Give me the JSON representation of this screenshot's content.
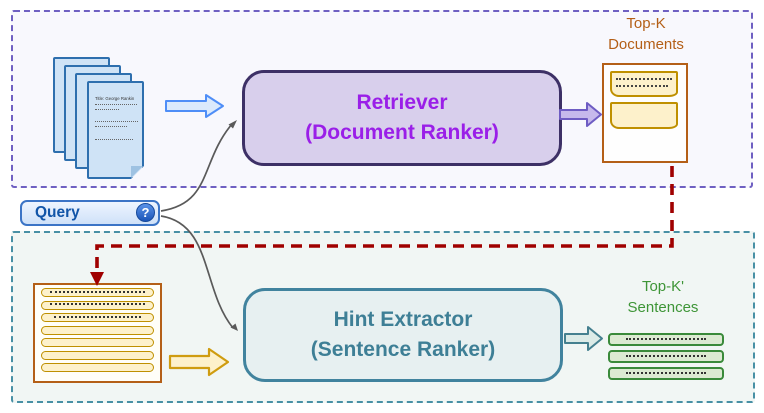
{
  "top_section": {
    "corpus": {
      "front_doc_title": "Title: George Rankin"
    },
    "retriever_box": {
      "line1": "Retriever",
      "line2": "(Document Ranker)"
    },
    "topk_documents_label": {
      "line1": "Top-K",
      "line2": "Documents"
    }
  },
  "query_chip": {
    "label": "Query",
    "help_icon": "?"
  },
  "bottom_section": {
    "hint_extractor_box": {
      "line1": "Hint Extractor",
      "line2": "(Sentence Ranker)"
    },
    "topk_sentences_label": {
      "line1": "Top-K'",
      "line2": "Sentences"
    }
  },
  "colors": {
    "top_container_border": "#6f60c2",
    "bottom_container_border": "#4890a5",
    "retriever_fill": "#d8cfec",
    "retriever_border": "#3d3066",
    "retriever_text": "#9a1fe8",
    "hint_extractor_fill": "#e7f0f1",
    "hint_extractor_border": "#41839e",
    "hint_extractor_text": "#3e7f96",
    "orange_accent": "#b45f17",
    "yellow_doc_fill": "#fdf1cb",
    "yellow_doc_border": "#bf9000",
    "green_label_text": "#3e9537",
    "green_bar_fill": "#dcead2",
    "green_bar_border": "#3a8a3a",
    "red_connector": "#a00000",
    "query_border": "#3b74c6",
    "query_text": "#1155a8",
    "blue_doc_fill": "#cfe3f6",
    "blue_doc_border": "#2e6fae",
    "connector_gray": "#5a5a5a"
  }
}
